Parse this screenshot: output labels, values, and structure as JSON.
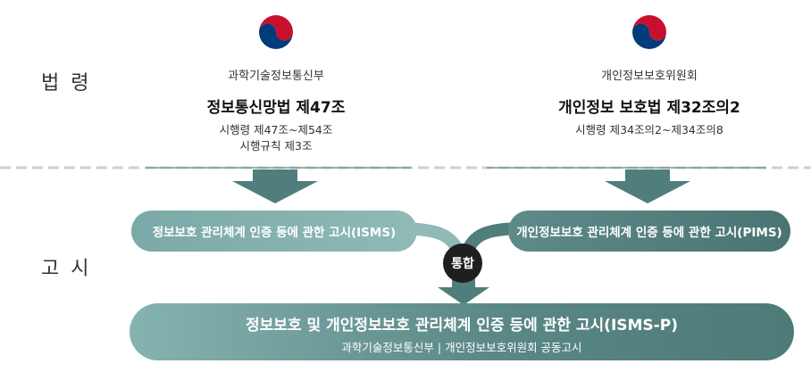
{
  "labels": {
    "law": "법 령",
    "notice": "고 시"
  },
  "left": {
    "ministry": "과학기술정보통신부",
    "law": "정보통신망법 제47조",
    "sub": [
      "시행령 제47조~제54조",
      "시행규칙 제3조"
    ],
    "notice": "정보보호 관리체계 인증 등에 관한 고시(ISMS)"
  },
  "right": {
    "ministry": "개인정보보호위원회",
    "law": "개인정보 보호법 제32조의2",
    "sub": [
      "시행령 제34조의2~제34조의8"
    ],
    "notice": "개인정보보호 관리체계 인증 등에 관한 고시(PIMS)"
  },
  "merge": "통합",
  "result": {
    "title": "정보보호 및 개인정보보호 관리체계 인증 등에 관한 고시(ISMS-P)",
    "sub": "과학기술정보통신부 | 개인정보보호위원회 공동고시"
  },
  "colors": {
    "emblem_red": "#c8102e",
    "emblem_blue": "#003b7a",
    "arrow": "#4f7e7c",
    "divider": "#cccccc",
    "divider_solid": "#6f9b99"
  }
}
